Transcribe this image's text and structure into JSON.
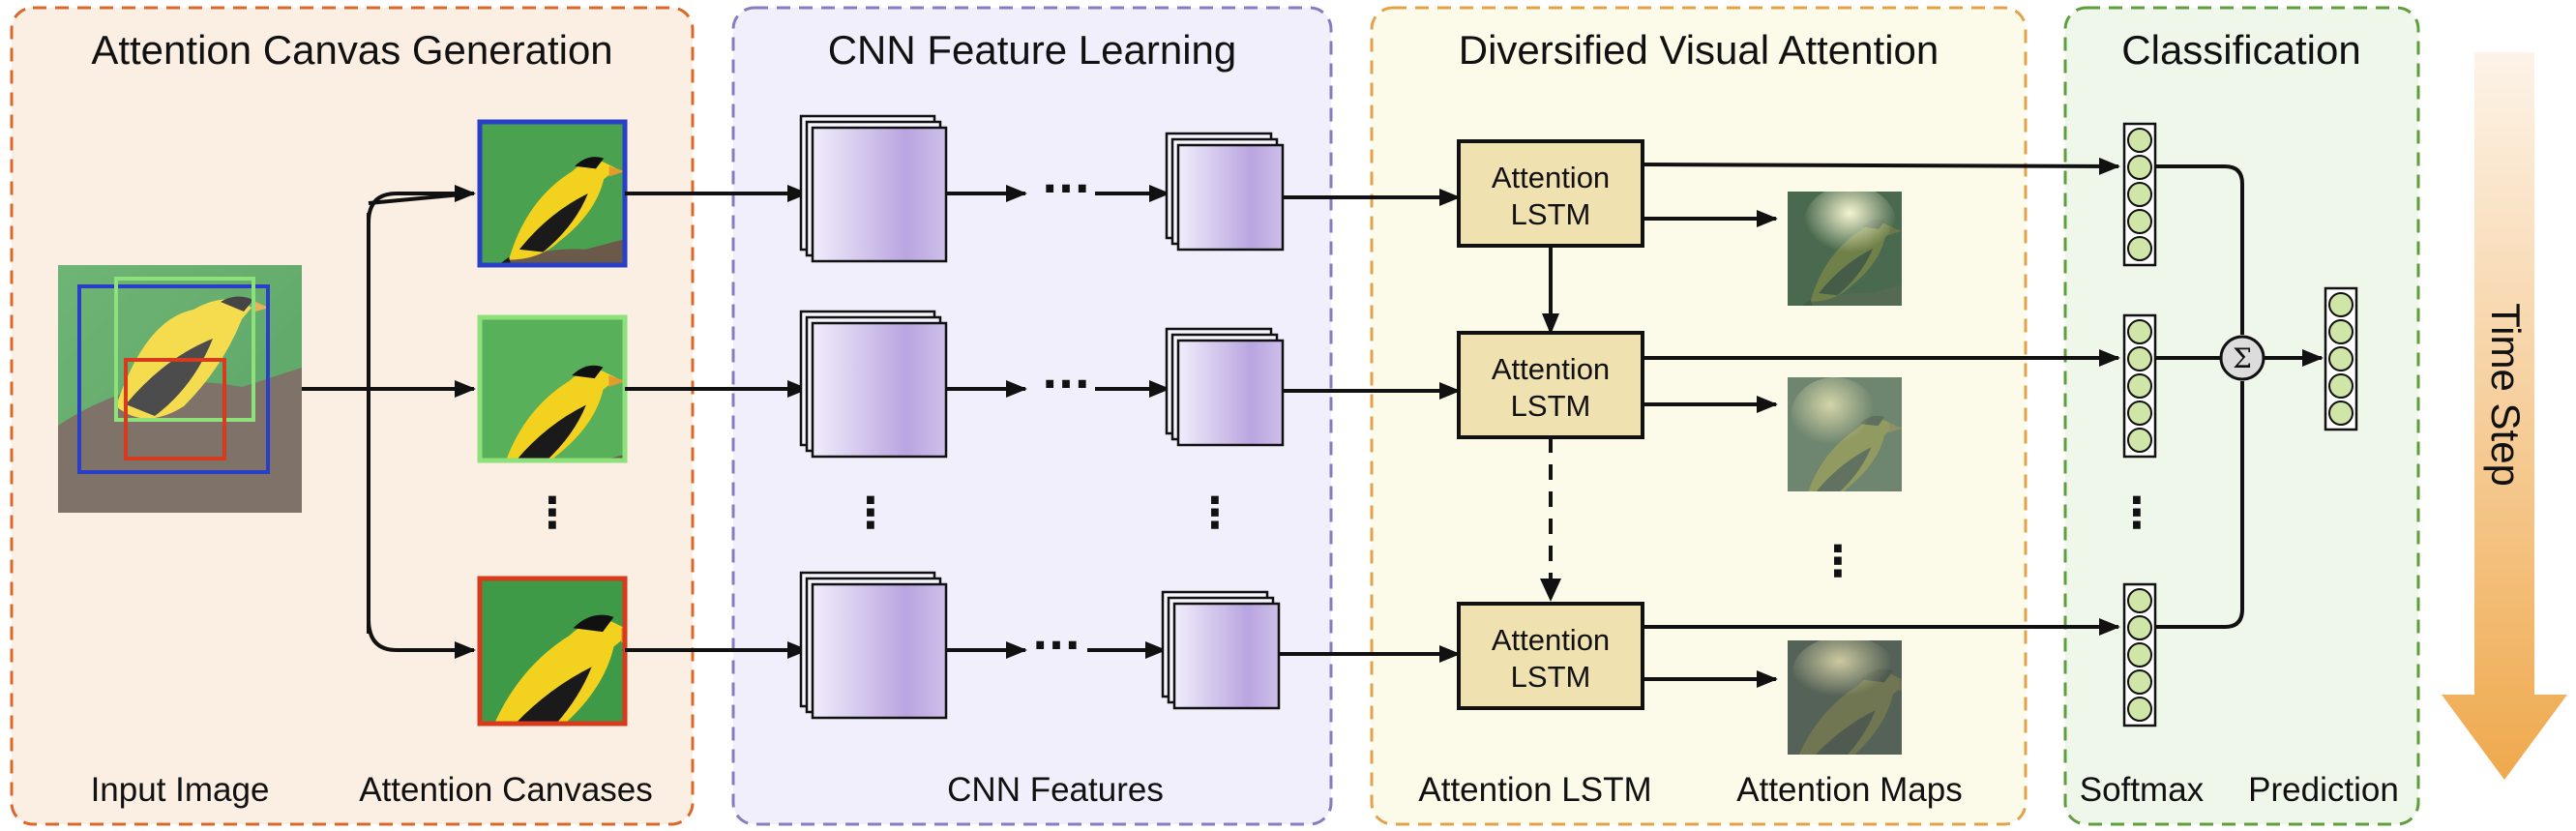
{
  "panels": {
    "canvas_generation": {
      "title": "Attention Canvas Generation",
      "fill": "#fbeee3",
      "border": "#d9692a"
    },
    "cnn_feature_learning": {
      "title": "CNN Feature Learning",
      "fill": "#f1effb",
      "border": "#8a7bc0"
    },
    "diversified_attention": {
      "title": "Diversified Visual Attention",
      "fill": "#fcfbea",
      "border": "#e3a24a"
    },
    "classification": {
      "title": "Classification",
      "fill": "#eef7ea",
      "border": "#5f9e3c"
    }
  },
  "labels": {
    "input_image": "Input Image",
    "attention_canvases": "Attention Canvases",
    "cnn_features": "CNN Features",
    "attention_lstm": "Attention LSTM",
    "attention_maps": "Attention Maps",
    "softmax": "Softmax",
    "prediction": "Prediction"
  },
  "lstm_blocks": [
    {
      "line1": "Attention",
      "line2": "LSTM"
    },
    {
      "line1": "Attention",
      "line2": "LSTM"
    },
    {
      "line1": "Attention",
      "line2": "LSTM"
    }
  ],
  "time_step": "Time Step",
  "sum_symbol": "Σ",
  "ellipsis_h": "···",
  "ellipsis_v": "⋮",
  "colors": {
    "canvas_blue": "#2a3fc8",
    "canvas_green": "#8ee07a",
    "canvas_red": "#d83a1e",
    "lstm_fill": "#efe1b0",
    "neuron_fill": "#cfe6a8",
    "arrow_gradient_top": "#fbeede",
    "arrow_gradient_bottom": "#f0b361"
  }
}
